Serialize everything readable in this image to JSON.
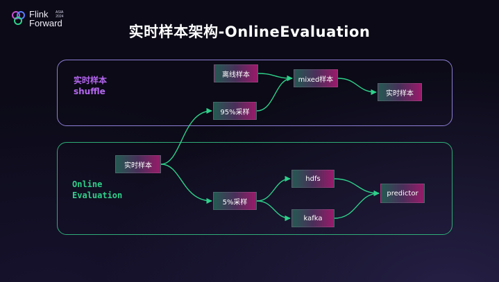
{
  "brand": {
    "line1": "Flink",
    "line2": "Forward",
    "badge_line1": "ASIA",
    "badge_line2": "2024"
  },
  "title": "实时样本架构-OnlineEvaluation",
  "groups": {
    "shuffle": {
      "label_line1": "实时样本",
      "label_line2": "shuffle",
      "color": "#8e7fd6"
    },
    "online": {
      "label_line1": "Online",
      "label_line2": "Evaluation",
      "color": "#2fae78"
    }
  },
  "nodes": {
    "offline_sample": "离线样本",
    "mixed_sample": "mixed样本",
    "realtime_out": "实时样本",
    "sample95": "95%采样",
    "realtime_src": "实时样本",
    "sample5": "5%采样",
    "hdfs": "hdfs",
    "kafka": "kafka",
    "predictor": "predictor"
  },
  "colors": {
    "node_left": "#245a52",
    "node_right": "#9a1a6a",
    "edge_green": "#2fd08a",
    "label_purple": "#b567f0"
  }
}
